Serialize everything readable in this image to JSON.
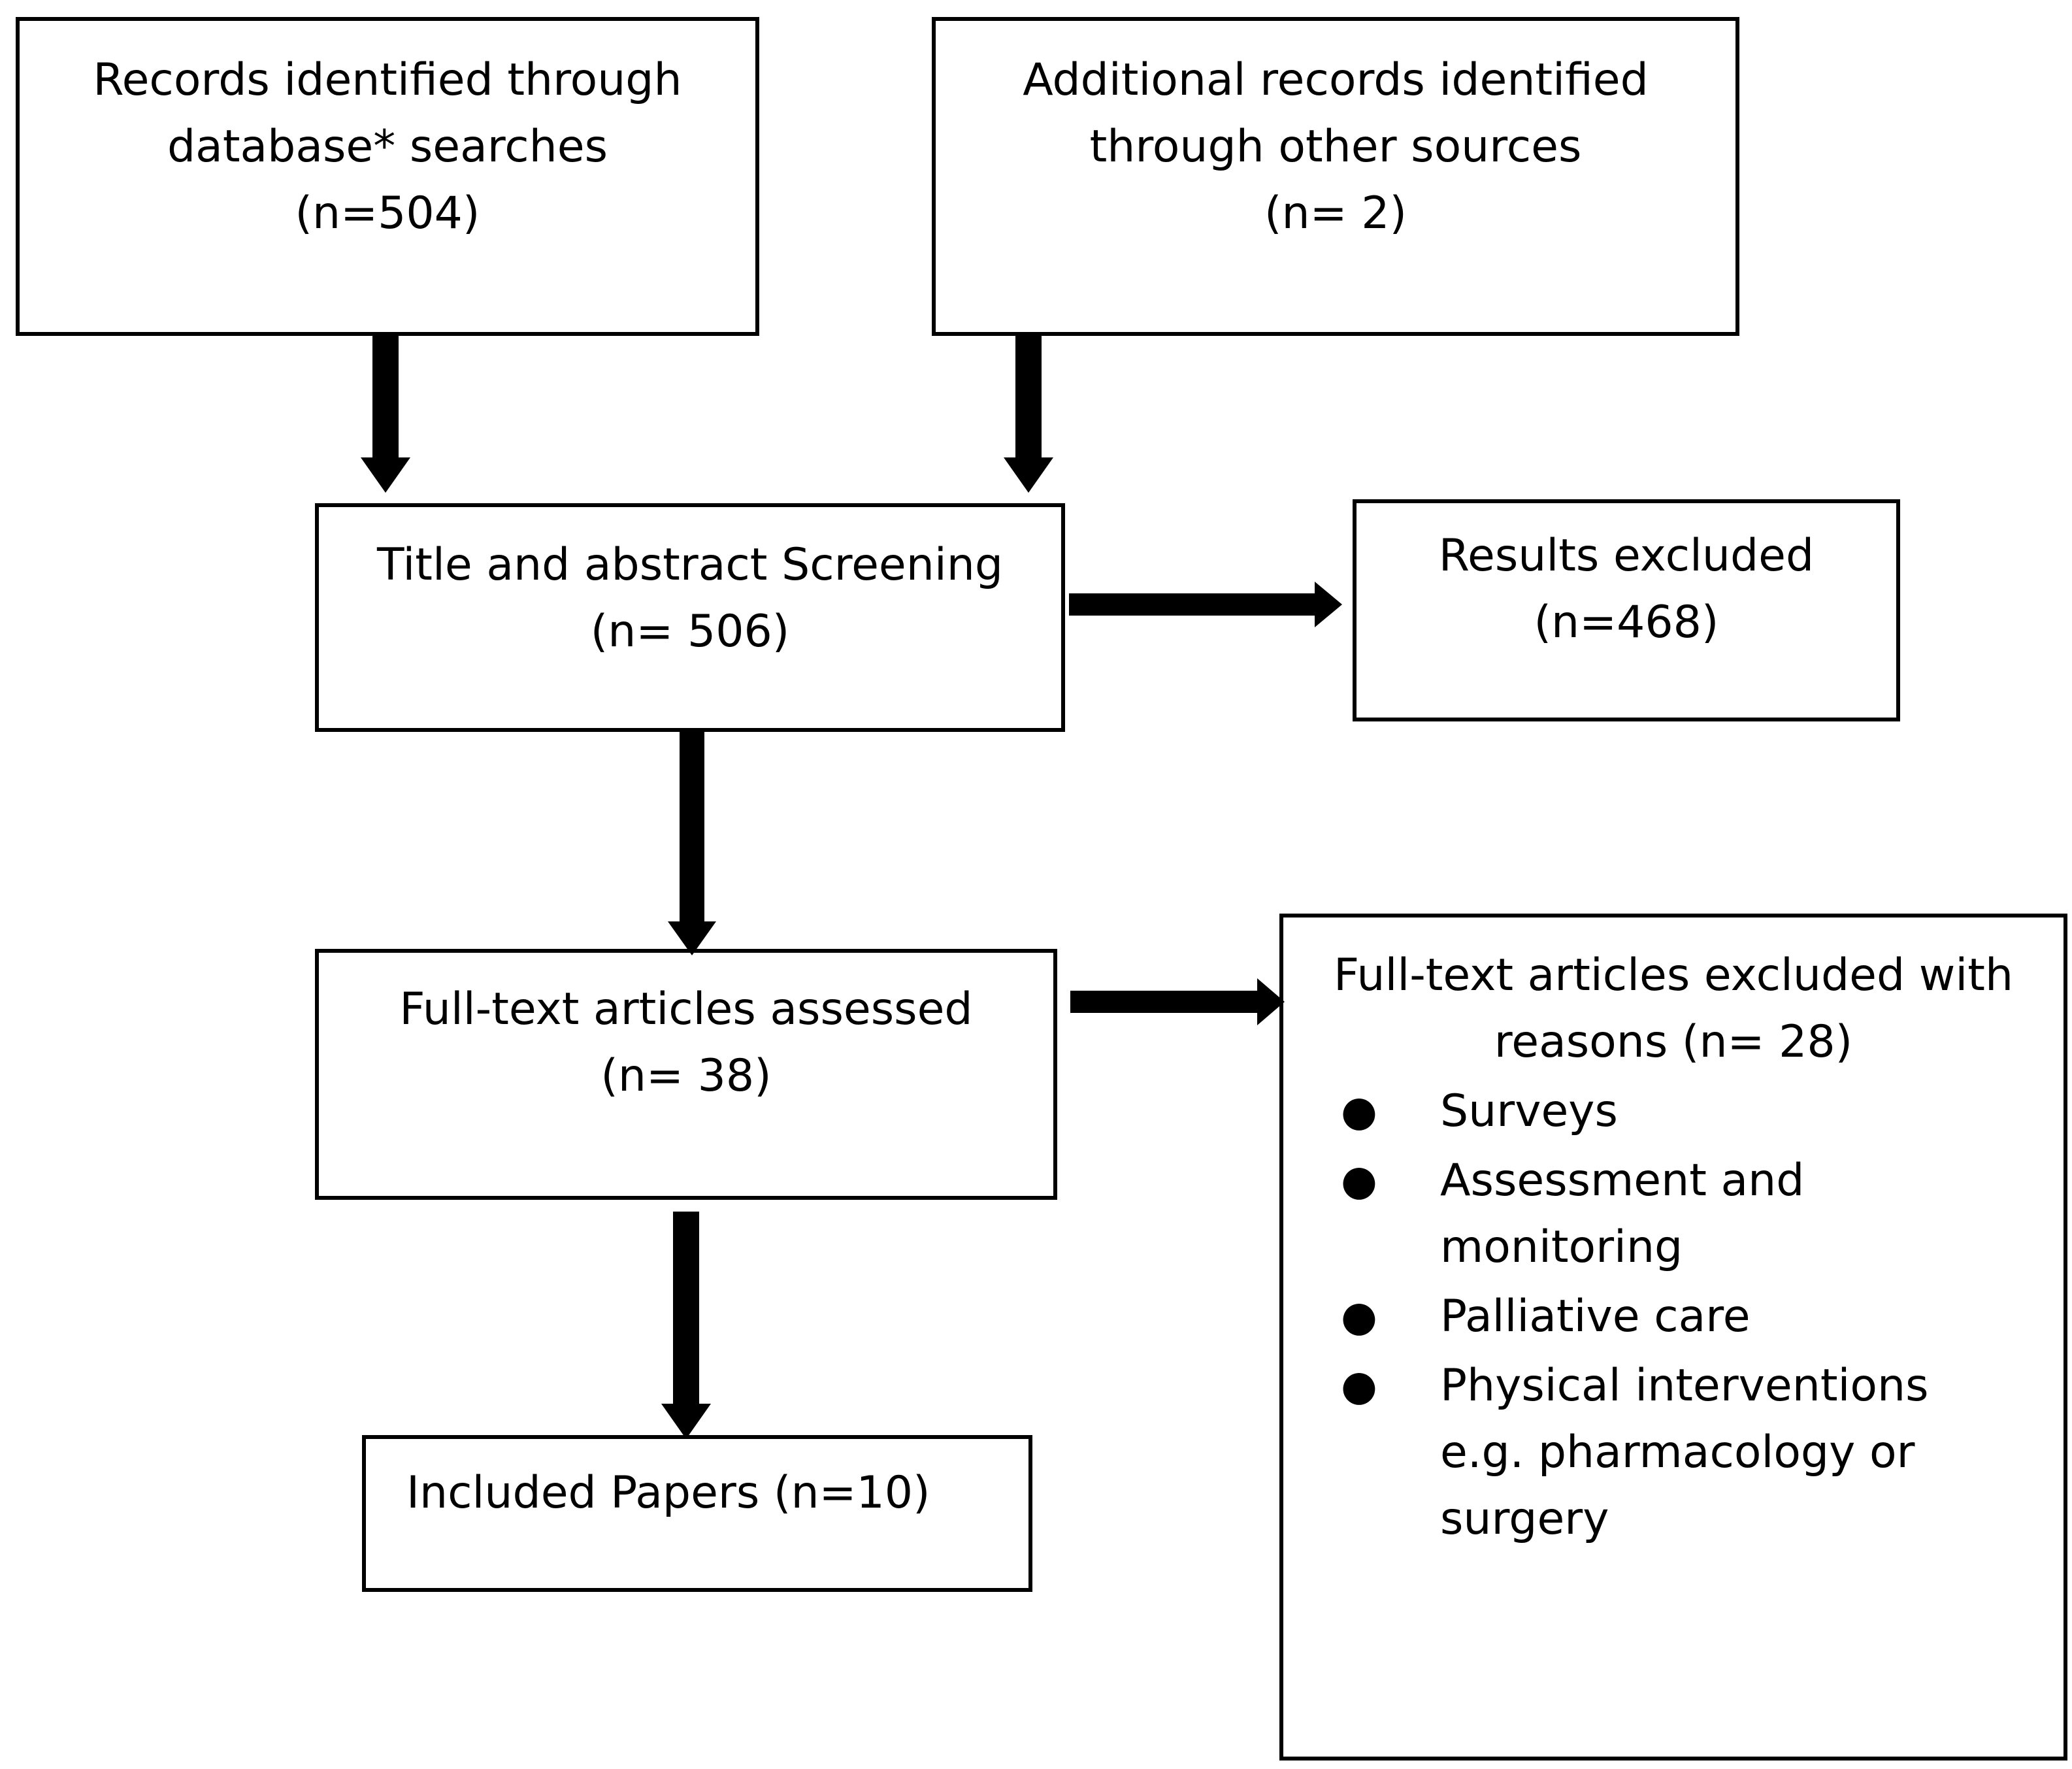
{
  "boxes": {
    "database_search": {
      "line1": "Records identified through",
      "line2": "database* searches",
      "count": "(n=504)"
    },
    "other_sources": {
      "line1": "Additional records identified",
      "line2": "through other sources",
      "count": "(n= 2)"
    },
    "screening": {
      "line1": "Title and abstract Screening",
      "count": "(n= 506)"
    },
    "results_excluded": {
      "line1": "Results excluded",
      "count": "(n=468)"
    },
    "fulltext_assessed": {
      "line1": "Full-text articles assessed",
      "count": "(n= 38)"
    },
    "fulltext_excluded": {
      "line1": "Full-text articles excluded with",
      "line2": "reasons (n= 28)",
      "reasons": [
        "Surveys",
        "Assessment and\nmonitoring",
        "Palliative care",
        "Physical interventions\ne.g. pharmacology or\nsurgery"
      ]
    },
    "included": {
      "line1": "Included Papers (n=10)"
    }
  },
  "colors": {
    "stroke": "#000000",
    "background": "#ffffff"
  }
}
